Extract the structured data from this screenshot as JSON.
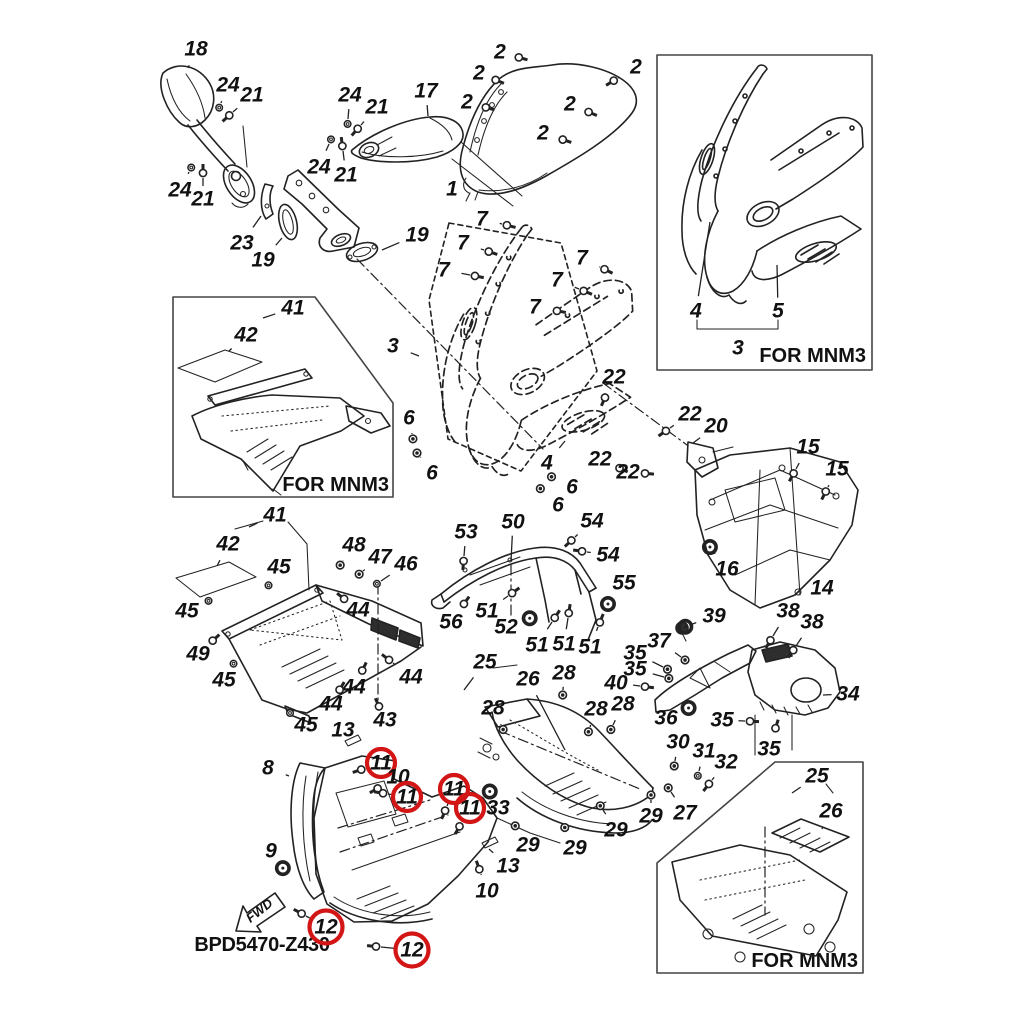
{
  "diagram": {
    "figure_code": "BPD5470-Z430",
    "fwd_label": "FWD",
    "for_mnm3": "FOR MNM3",
    "highlight_color": "#d31515",
    "line_color": "#222222",
    "labels_schema": "each label = [text, x, y, glyph(0=none,1=bolt,2=nut,3=washer,4=damper), circled(0/1), leader_end_x, leader_end_y]",
    "labels": [
      [
        "18",
        196,
        49,
        0,
        0,
        188,
        68
      ],
      [
        "24",
        228,
        85,
        3,
        0,
        221,
        103
      ],
      [
        "21",
        252,
        95,
        1,
        0,
        233,
        112
      ],
      [
        "24",
        350,
        95,
        3,
        0,
        348,
        119
      ],
      [
        "21",
        377,
        107,
        1,
        0,
        361,
        125
      ],
      [
        "17",
        426,
        91,
        0,
        0,
        428,
        116
      ],
      [
        "2",
        500,
        52,
        1,
        0,
        514,
        56
      ],
      [
        "2",
        479,
        73,
        1,
        0,
        491,
        78
      ],
      [
        "2",
        467,
        102,
        1,
        0,
        481,
        106
      ],
      [
        "2",
        636,
        67,
        1,
        0,
        618,
        78
      ],
      [
        "2",
        570,
        104,
        1,
        0,
        584,
        110
      ],
      [
        "2",
        543,
        133,
        1,
        0,
        558,
        138
      ],
      [
        "24",
        180,
        190,
        3,
        0,
        189,
        172
      ],
      [
        "21",
        203,
        199,
        1,
        0,
        203,
        178
      ],
      [
        "24",
        319,
        167,
        3,
        0,
        329,
        144
      ],
      [
        "21",
        346,
        175,
        1,
        0,
        343,
        151
      ],
      [
        "1",
        452,
        189,
        0,
        0,
        469,
        185
      ],
      [
        "23",
        242,
        243,
        0,
        0,
        261,
        216
      ],
      [
        "19",
        263,
        260,
        0,
        0,
        282,
        238
      ],
      [
        "19",
        417,
        235,
        0,
        0,
        382,
        250
      ],
      [
        "7",
        482,
        219,
        1,
        0,
        502,
        224
      ],
      [
        "7",
        463,
        243,
        1,
        0,
        484,
        250
      ],
      [
        "7",
        444,
        270,
        1,
        0,
        470,
        275
      ],
      [
        "7",
        582,
        258,
        1,
        0,
        600,
        267
      ],
      [
        "7",
        557,
        280,
        1,
        0,
        579,
        289
      ],
      [
        "7",
        535,
        307,
        1,
        0,
        552,
        310
      ],
      [
        "41",
        293,
        308,
        0,
        0,
        263,
        318
      ],
      [
        "42",
        246,
        335,
        0,
        0,
        229,
        351
      ],
      [
        "3",
        393,
        346,
        0,
        0,
        419,
        356
      ],
      [
        "6",
        409,
        418,
        2,
        0,
        412,
        434
      ],
      [
        "6",
        432,
        473,
        2,
        0,
        420,
        457
      ],
      [
        "6",
        572,
        487,
        2,
        0,
        556,
        479
      ],
      [
        "6",
        558,
        505,
        2,
        0,
        544,
        492
      ],
      [
        "4",
        547,
        463,
        0,
        0,
        565,
        441
      ],
      [
        "22",
        614,
        377,
        1,
        0,
        607,
        393
      ],
      [
        "22",
        690,
        414,
        1,
        0,
        670,
        428
      ],
      [
        "20",
        716,
        426,
        0,
        0,
        693,
        443
      ],
      [
        "22",
        600,
        459,
        1,
        0,
        615,
        466
      ],
      [
        "22",
        628,
        472,
        1,
        0,
        640,
        473
      ],
      [
        "15",
        808,
        447,
        1,
        0,
        796,
        469
      ],
      [
        "15",
        837,
        469,
        1,
        0,
        828,
        487
      ],
      [
        "4",
        696,
        311,
        0,
        0,
        710,
        222
      ],
      [
        "5",
        778,
        311,
        0,
        0,
        777,
        265
      ],
      [
        "3",
        738,
        348,
        0,
        0,
        null,
        null
      ],
      [
        "41",
        275,
        515,
        0,
        0,
        249,
        527
      ],
      [
        "42",
        228,
        544,
        0,
        0,
        217,
        566
      ],
      [
        "45",
        279,
        567,
        3,
        0,
        271,
        581
      ],
      [
        "48",
        354,
        545,
        2,
        0,
        343,
        561
      ],
      [
        "47",
        380,
        557,
        2,
        0,
        363,
        571
      ],
      [
        "46",
        406,
        564,
        3,
        0,
        381,
        581
      ],
      [
        "44",
        358,
        610,
        1,
        0,
        348,
        602
      ],
      [
        "45",
        187,
        611,
        3,
        0,
        204,
        603
      ],
      [
        "49",
        198,
        654,
        1,
        0,
        209,
        644
      ],
      [
        "45",
        224,
        680,
        3,
        0,
        231,
        668
      ],
      [
        "44",
        411,
        677,
        1,
        0,
        393,
        663
      ],
      [
        "44",
        354,
        687,
        1,
        0,
        360,
        675
      ],
      [
        "44",
        331,
        704,
        1,
        0,
        337,
        694
      ],
      [
        "43",
        385,
        720,
        1,
        0,
        381,
        711
      ],
      [
        "45",
        306,
        725,
        3,
        0,
        294,
        716
      ],
      [
        "13",
        343,
        730,
        0,
        0,
        350,
        741
      ],
      [
        "8",
        268,
        768,
        0,
        0,
        289,
        776
      ],
      [
        "11",
        381,
        763,
        1,
        1,
        366,
        768
      ],
      [
        "10",
        398,
        777,
        1,
        0,
        382,
        786
      ],
      [
        "11",
        407,
        797,
        1,
        1,
        388,
        794
      ],
      [
        "11",
        454,
        789,
        1,
        1,
        447,
        806
      ],
      [
        "11",
        470,
        808,
        1,
        1,
        462,
        822
      ],
      [
        "33",
        498,
        808,
        4,
        0,
        492,
        796
      ],
      [
        "9",
        271,
        851,
        4,
        0,
        280,
        864
      ],
      [
        "13",
        508,
        866,
        0,
        0,
        489,
        849
      ],
      [
        "10",
        487,
        891,
        1,
        0,
        481,
        874
      ],
      [
        "12",
        326,
        927,
        1,
        1,
        306,
        916
      ],
      [
        "12",
        412,
        950,
        1,
        1,
        381,
        947
      ],
      [
        "53",
        466,
        532,
        1,
        0,
        464,
        556
      ],
      [
        "50",
        513,
        522,
        0,
        0,
        511,
        561
      ],
      [
        "54",
        592,
        521,
        1,
        0,
        575,
        537
      ],
      [
        "54",
        608,
        555,
        1,
        0,
        587,
        552
      ],
      [
        "55",
        624,
        583,
        4,
        0,
        611,
        600
      ],
      [
        "56",
        451,
        622,
        1,
        0,
        461,
        608
      ],
      [
        "51",
        487,
        611,
        1,
        0,
        508,
        596
      ],
      [
        "52",
        506,
        627,
        4,
        0,
        525,
        620
      ],
      [
        "51",
        537,
        645,
        1,
        0,
        552,
        622
      ],
      [
        "51",
        564,
        644,
        1,
        0,
        568,
        618
      ],
      [
        "51",
        590,
        647,
        1,
        0,
        598,
        627
      ],
      [
        "16",
        727,
        569,
        4,
        0,
        713,
        551
      ],
      [
        "14",
        822,
        588,
        0,
        0,
        809,
        575
      ],
      [
        "39",
        714,
        616,
        4,
        0,
        690,
        625
      ],
      [
        "38",
        788,
        611,
        1,
        0,
        773,
        636
      ],
      [
        "38",
        812,
        622,
        1,
        0,
        796,
        646
      ],
      [
        "37",
        659,
        641,
        2,
        0,
        681,
        657
      ],
      [
        "35",
        635,
        653,
        2,
        0,
        663,
        667
      ],
      [
        "35",
        635,
        669,
        2,
        0,
        664,
        677
      ],
      [
        "40",
        616,
        683,
        1,
        0,
        640,
        686
      ],
      [
        "36",
        666,
        718,
        4,
        0,
        684,
        710
      ],
      [
        "34",
        848,
        694,
        0,
        0,
        823,
        695
      ],
      [
        "35",
        722,
        720,
        1,
        0,
        745,
        721
      ],
      [
        "35",
        769,
        749,
        1,
        0,
        774,
        733
      ],
      [
        "25",
        485,
        662,
        0,
        0,
        464,
        690
      ],
      [
        "26",
        528,
        679,
        0,
        0,
        565,
        750
      ],
      [
        "28",
        564,
        673,
        2,
        0,
        563,
        690
      ],
      [
        "28",
        493,
        708,
        2,
        0,
        501,
        725
      ],
      [
        "28",
        596,
        709,
        2,
        0,
        590,
        727
      ],
      [
        "28",
        623,
        704,
        2,
        0,
        613,
        725
      ],
      [
        "30",
        678,
        742,
        2,
        0,
        675,
        761
      ],
      [
        "31",
        704,
        751,
        3,
        0,
        699,
        771
      ],
      [
        "32",
        726,
        762,
        1,
        0,
        712,
        780
      ],
      [
        "27",
        685,
        813,
        2,
        0,
        671,
        792
      ],
      [
        "29",
        651,
        816,
        2,
        0,
        651,
        800
      ],
      [
        "29",
        616,
        830,
        2,
        0,
        603,
        810
      ],
      [
        "29",
        528,
        845,
        2,
        0,
        518,
        830
      ],
      [
        "29",
        575,
        848,
        2,
        0,
        567,
        832
      ],
      [
        "25",
        817,
        776,
        0,
        0,
        792,
        793
      ],
      [
        "26",
        831,
        811,
        0,
        0,
        822,
        829
      ]
    ]
  }
}
